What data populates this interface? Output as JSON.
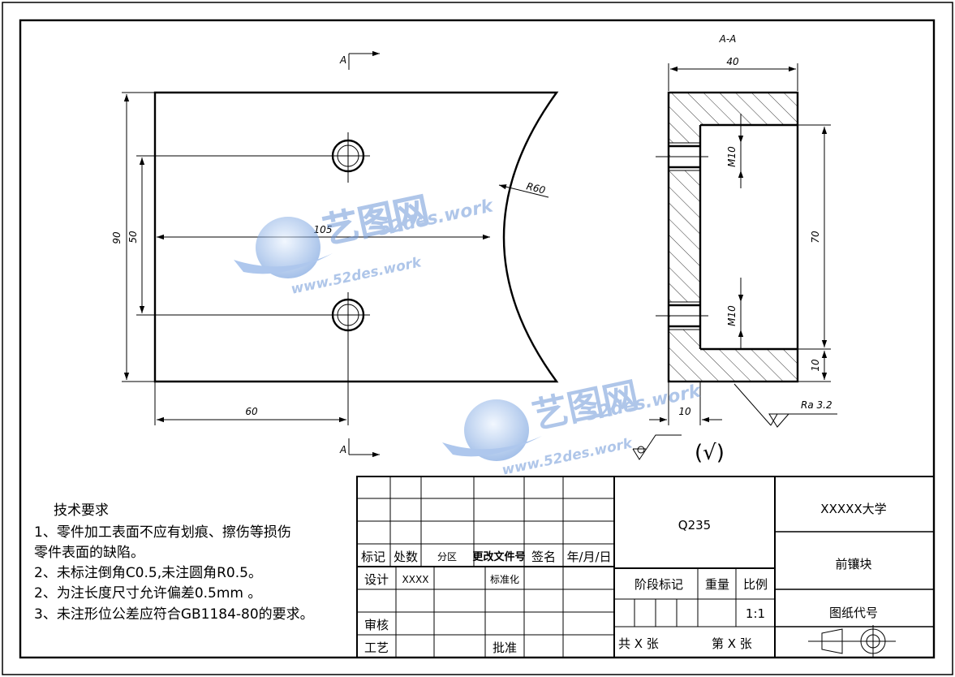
{
  "section_marks": {
    "top": "A",
    "bottom": "A",
    "title": "A-A"
  },
  "front_view": {
    "dim_length_105": "105",
    "dim_height_90": "90",
    "dim_hole_spacing_50": "50",
    "dim_offset_60": "60",
    "dim_radius": "R60"
  },
  "section_view": {
    "dim_width_40": "40",
    "dim_inner_70": "70",
    "dim_bottom_10": "10",
    "dim_wall_10": "10",
    "thread_top": "M10",
    "thread_bottom": "M10",
    "roughness": "Ra 3.2",
    "other_surfaces_mark": "(√)"
  },
  "watermark": {
    "name": "艺图网",
    "url_1": "52des.work",
    "url_2": "www.52des.work"
  },
  "tech_requirements": {
    "heading": "技术要求",
    "items": [
      "1、零件加工表面不应有划痕、擦伤等损伤",
      "零件表面的缺陷。",
      "2、未标注倒角C0.5,未注圆角R0.5。",
      "2、为注长度尺寸允许偏差0.5mm 。",
      "3、未注形位公差应符合GB1184-80的要求。"
    ]
  },
  "title_block": {
    "rev_headers": [
      "标记",
      "处数",
      "分区",
      "更改文件号",
      "签名",
      "年/月/日"
    ],
    "design_label": "设计",
    "design_value": "XXXX",
    "standardize_label": "标准化",
    "check_label": "审核",
    "process_label": "工艺",
    "approve_label": "批准",
    "material": "Q235",
    "stage_label": "阶段标记",
    "weight_label": "重量",
    "scale_label": "比例",
    "scale_value": "1:1",
    "sheets_total": "共 X 张",
    "sheet_no": "第 X 张",
    "school": "XXXXX大学",
    "part_name": "前镶块",
    "drawing_no_label": "图纸代号"
  }
}
